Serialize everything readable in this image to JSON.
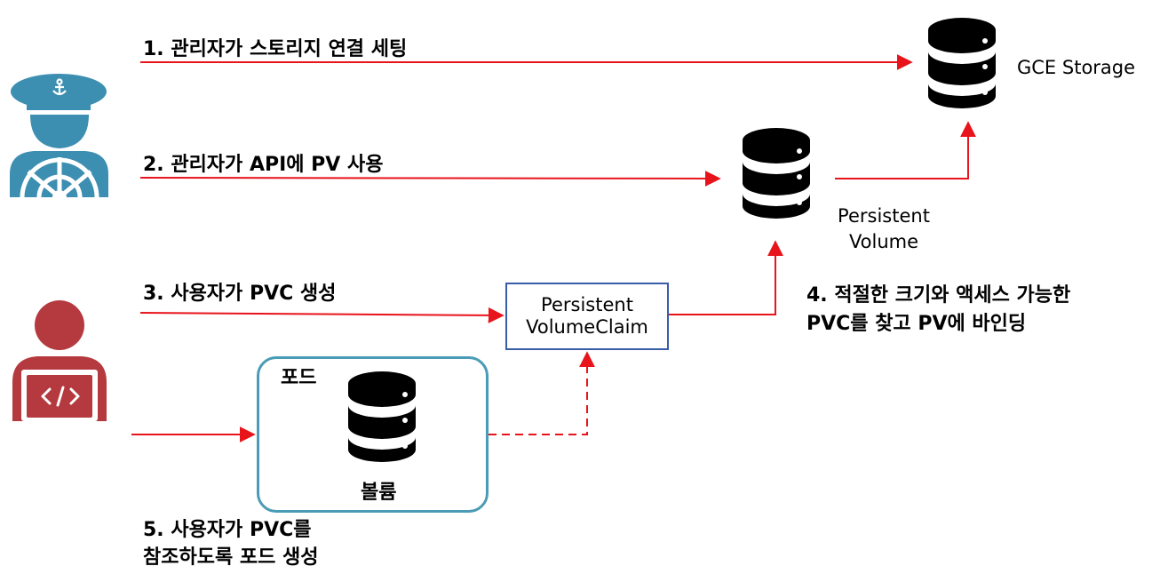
{
  "steps": {
    "step1": "1. 관리자가 스토리지 연결 세팅",
    "step2": "2. 관리자가 API에 PV 사용",
    "step3": "3. 사용자가 PVC 생성",
    "step4_line1": "4. 적절한 크기와 액세스 가능한",
    "step4_line2": "PVC를 찾고 PV에 바인딩",
    "step5_line1": "5. 사용자가 PVC를",
    "step5_line2": "참조하도록 포드 생성"
  },
  "nodes": {
    "gce_storage": "GCE Storage",
    "pv_line1": "Persistent",
    "pv_line2": "Volume",
    "pvc_line1": "Persistent",
    "pvc_line2": "VolumeClaim",
    "pod": "포드",
    "volume": "볼륨"
  },
  "icons": {
    "admin": "ship-captain-icon",
    "user": "developer-laptop-icon",
    "storage": "database-icon"
  },
  "colors": {
    "arrow": "#e8141b",
    "admin": "#3d8fb2",
    "user": "#b53a3f",
    "pvc_border": "#3a5da8",
    "pod_border": "#4a9bb6",
    "database": "#000000"
  }
}
